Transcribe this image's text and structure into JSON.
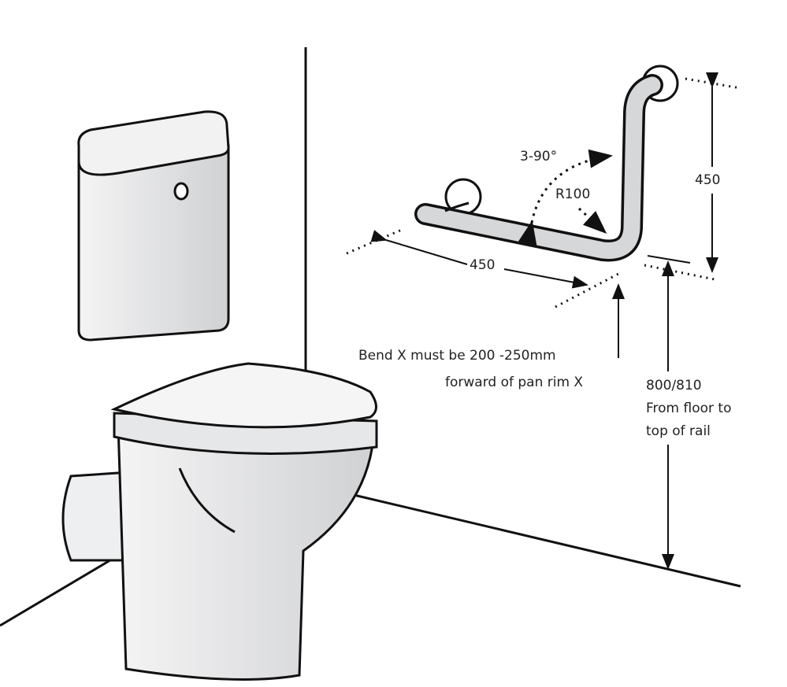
{
  "diagram": {
    "labels": {
      "angle": "3-90°",
      "radius": "R100",
      "vertical_length": "450",
      "horizontal_length": "450",
      "bend_note_line1": "Bend X must be 200 -250mm",
      "bend_note_line2": "forward of pan rim X",
      "height_value": "800/810",
      "height_note_line1": "From floor to",
      "height_note_line2": "top of rail"
    },
    "colors": {
      "line": "#111111",
      "fill": "#d9dadc",
      "background": "#ffffff"
    }
  }
}
